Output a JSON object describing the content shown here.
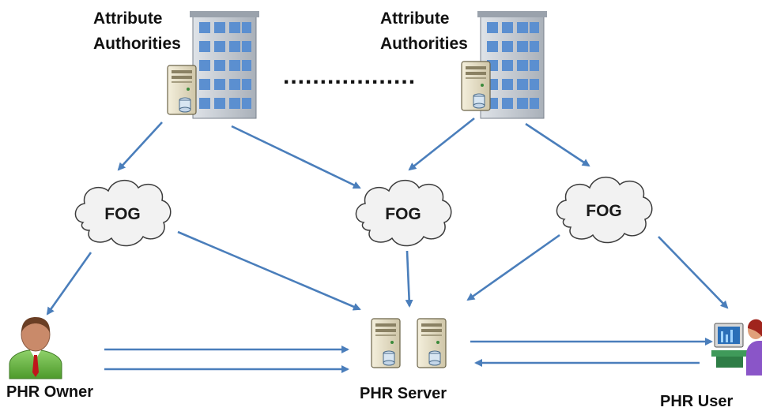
{
  "attribute_authorities": [
    {
      "line1": "Attribute",
      "line2": "Authorities"
    },
    {
      "line1": "Attribute",
      "line2": "Authorities"
    }
  ],
  "ellipsis": "..................",
  "fog_nodes": [
    "FOG",
    "FOG",
    "FOG"
  ],
  "phr_owner": {
    "label": "PHR Owner"
  },
  "phr_server": {
    "label": "PHR Server"
  },
  "phr_user": {
    "label": "PHR User"
  },
  "colors": {
    "arrow": "#4a7ebb",
    "cloud_fill": "#f2f2f2",
    "cloud_stroke": "#3c3c3c",
    "building": "#c8cdd3",
    "window": "#5b8fd0",
    "server": "#e9e1c8"
  },
  "icons": [
    "building-icon",
    "server-icon",
    "cloud-icon",
    "person-icon",
    "computer-user-icon"
  ]
}
